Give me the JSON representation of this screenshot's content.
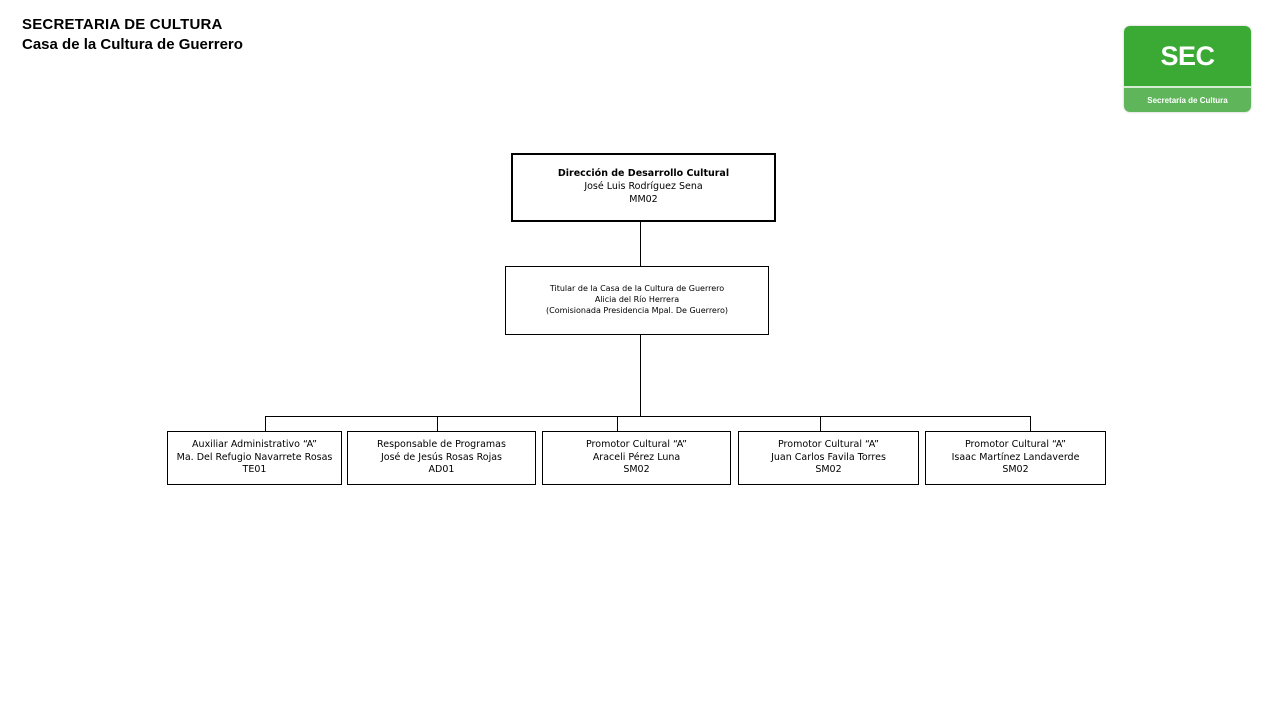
{
  "header": {
    "title": "SECRETARIA DE CULTURA",
    "subtitle": "Casa de la Cultura de Guerrero"
  },
  "logo": {
    "text": "SEC",
    "caption": "Secretaría de Cultura",
    "color": "#3aaa35"
  },
  "org": {
    "top": {
      "role": "Dirección  de Desarrollo Cultural",
      "name": "José Luis Rodríguez Sena",
      "code": "MM02"
    },
    "mid": {
      "role": "Titular de la Casa de la Cultura de Guerrero",
      "name": "Alicia del Río Herrera",
      "note": "(Comisionada Presidencia Mpal. De Guerrero)"
    },
    "subordinates": [
      {
        "role": "Auxiliar Administrativo “A”",
        "name": "Ma. Del Refugio Navarrete Rosas",
        "code": "TE01"
      },
      {
        "role": "Responsable de Programas",
        "name": "José de Jesús Rosas Rojas",
        "code": "AD01"
      },
      {
        "role": "Promotor Cultural “A”",
        "name": "Araceli Pérez  Luna",
        "code": "SM02"
      },
      {
        "role": "Promotor Cultural “A”",
        "name": "Juan Carlos Favila Torres",
        "code": "SM02"
      },
      {
        "role": "Promotor Cultural “A”",
        "name": "Isaac Martínez Landaverde",
        "code": "SM02"
      }
    ]
  }
}
